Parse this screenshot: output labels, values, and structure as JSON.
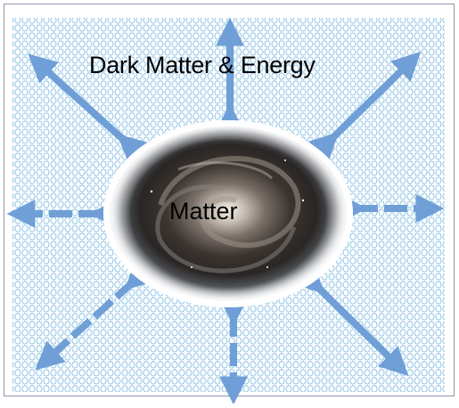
{
  "diagram": {
    "outer_label": "Dark Matter & Energy",
    "center_label": "Matter",
    "colors": {
      "background": "#ffffff",
      "frame": "#8d98a8",
      "circle_pattern": "#8ec3e6",
      "arrow": "#6f9fd6",
      "text": "#000000"
    },
    "icons": [
      "galaxy-image",
      "expansion-arrows"
    ]
  }
}
